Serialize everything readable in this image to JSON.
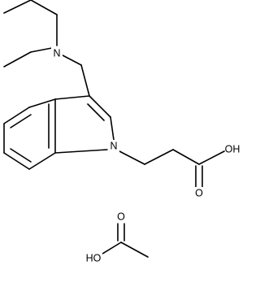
{
  "atom_labels": {
    "amine_n": "N",
    "indole_n": "N",
    "acid_oh": "OH",
    "acid_o": "O",
    "acetic_o": "O",
    "acetic_ho": "HO"
  }
}
